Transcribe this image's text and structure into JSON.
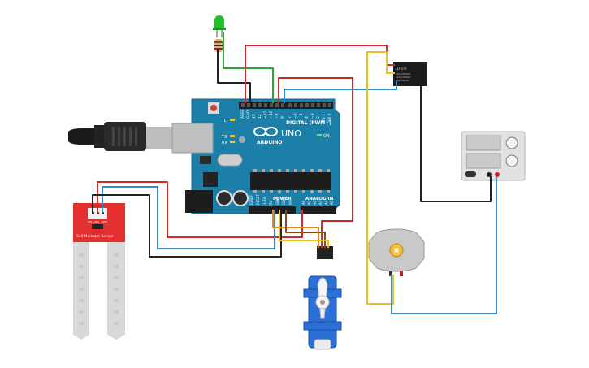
{
  "board": {
    "logo_text": "ARDUINO",
    "model_text": "UNO",
    "digital_header_label": "DIGITAL (PWM~)",
    "power_header_label": "POWER",
    "analog_header_label": "ANALOG IN",
    "led_labels": {
      "l": "L",
      "tx": "TX",
      "rx": "RX",
      "on": "ON"
    },
    "digital_pins": [
      "AREF",
      "GND",
      "13",
      "12",
      "~11",
      "~10",
      "~9",
      "8",
      "7",
      "~6",
      "~5",
      "4",
      "~3",
      "2",
      "TX 1",
      "RX 0"
    ],
    "power_pins": [
      "IOREF",
      "RESET",
      "3.3V",
      "5V",
      "GND",
      "GND",
      "Vin"
    ],
    "analog_pins": [
      "A0",
      "A1",
      "A2",
      "A3",
      "A4",
      "A5"
    ]
  },
  "soil_sensor": {
    "label": "Soil Moisture Sensor",
    "pins": [
      "SIG",
      "VCC",
      "GND"
    ]
  },
  "relay": {
    "part_text": "LU-5-R",
    "spec_lines": [
      "10A 250VAC",
      "10A 125VAC",
      "10A 28VDC"
    ]
  },
  "components": {
    "led_color": "#22c02a",
    "wire_colors": {
      "red": "#d42a2a",
      "black": "#222222",
      "blue": "#2a8fd4",
      "green": "#2ea43a",
      "yellow": "#e8c21a",
      "orange": "#e08a1a",
      "brown": "#8a4a1a"
    },
    "board_color": "#1b7fa8",
    "sensor_color": "#e23030",
    "servo_color": "#2c6fd6"
  }
}
